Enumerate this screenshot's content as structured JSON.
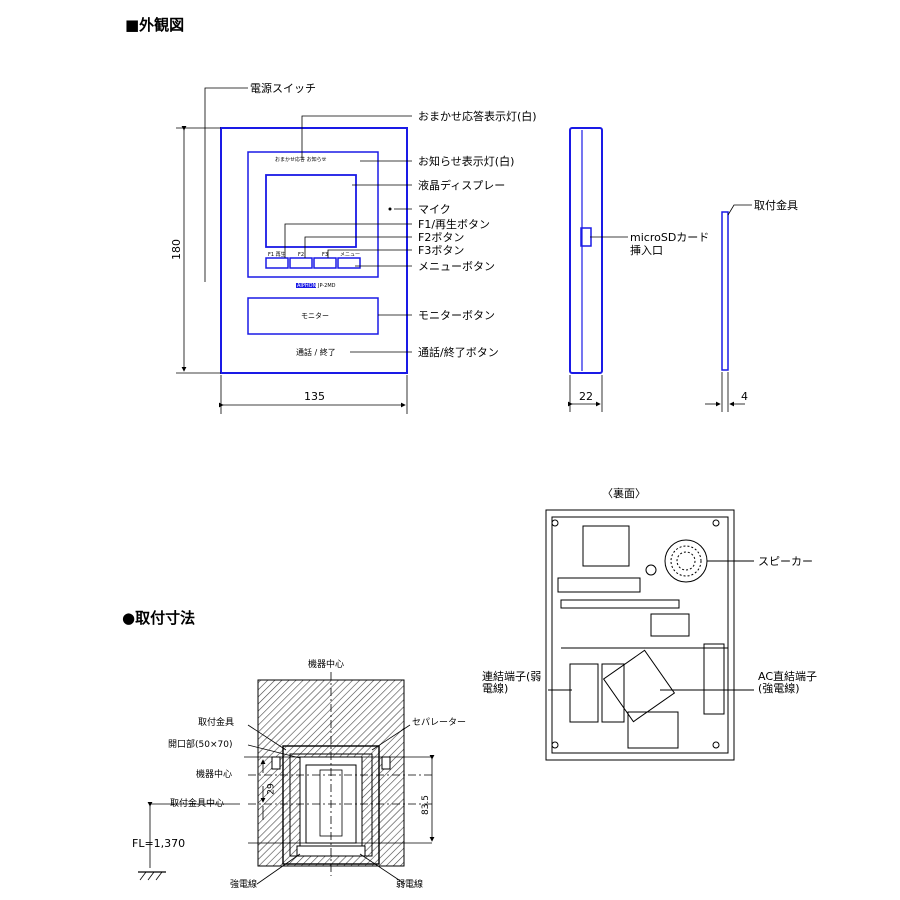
{
  "headings": {
    "exterior": "■外観図",
    "mounting": "●取付寸法",
    "back": "〈裏面〉"
  },
  "front_view": {
    "callouts": [
      "電源スイッチ",
      "おまかせ応答表示灯(白)",
      "お知らせ表示灯(白)",
      "液晶ディスプレー",
      "マイク",
      "F1/再生ボタン",
      "F2ボタン",
      "F3ボタン",
      "メニューボタン",
      "モニターボタン",
      "通話/終了ボタン"
    ],
    "device_text": {
      "indicators": "おまかせ応答  お知らせ",
      "f1": "F1 再生",
      "f2": "F2",
      "f3": "F3",
      "menu": "メニュー",
      "brand": "AIPHONE",
      "model": "JP-2MD",
      "monitor": "モニター",
      "talk": "通話 / 終了"
    },
    "dimensions": {
      "height": "180",
      "width": "135"
    }
  },
  "side_view": {
    "callout_sd": "microSDカード挿入口",
    "callout_bracket": "取付金具",
    "depth": "22",
    "bracket_depth": "4"
  },
  "back_view": {
    "speaker": "スピーカー",
    "terminal_left": "連結端子(弱電線)",
    "terminal_right": "AC直結端子(強電線)"
  },
  "mounting_view": {
    "device_center_top": "機器中心",
    "bracket": "取付金具",
    "opening": "開口部(50×70)",
    "separator": "セパレーター",
    "device_center": "機器中心",
    "bracket_center": "取付金具中心",
    "dim_29": "29",
    "dim_83_5": "83.5",
    "floor_level": "FL=1,370",
    "strong_wire": "強電線",
    "weak_wire": "弱電線"
  },
  "colors": {
    "device_outline": "#1a1ae6",
    "line": "#000000",
    "hatch": "#555555"
  }
}
